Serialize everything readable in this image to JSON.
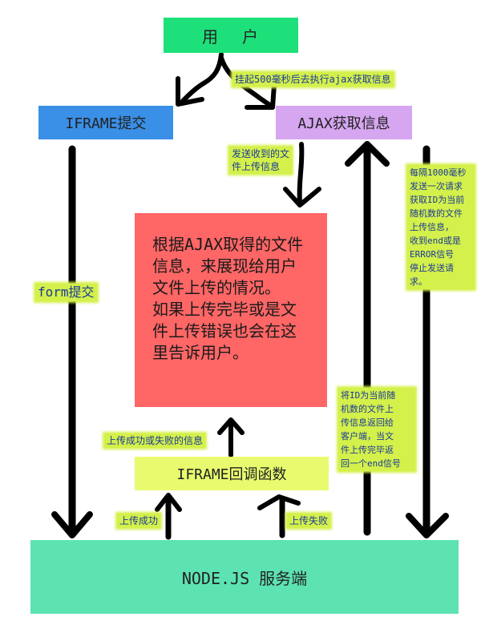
{
  "nodes": {
    "user": {
      "label": "用  户",
      "color": "#1de07a"
    },
    "iframe_submit": {
      "label": "IFRAME提交",
      "color": "#3a8fe6"
    },
    "ajax_get": {
      "label": "AJAX获取信息",
      "color": "#d6a6f0"
    },
    "display": {
      "lines": [
        "根据AJAX取得的文件信息，来展现给用户文件上传的情况。",
        "如果上传完毕或是文件上传错误也会在这里告诉用户。"
      ],
      "color": "#ff6666"
    },
    "iframe_callback": {
      "label": "IFRAME回调函数",
      "color": "#e8fb6e"
    },
    "server": {
      "label": "NODE.JS 服务端",
      "color": "#5de3b2"
    }
  },
  "annotations": {
    "delay": "挂起500毫秒后去执行ajax获取信息",
    "send_info": "发送收到的文\n件上传信息",
    "form_submit": "form提交",
    "poll": "每隔1000毫秒\n发送一次请求\n获取ID为当前\n随机数的文件\n上传信息，\n收到end或是\nERROR信号\n停止发送请\n求。",
    "return_info": "将ID为当前随\n机数的文件上\n传信息返回给\n客户端，当文\n件上传完毕返\n回一个end信号",
    "result_info": "上传成功或失败的信息",
    "success": "上传成功",
    "failure": "上传失败"
  },
  "colors": {
    "arrow": "#000000",
    "tag_bg": "#d4f04a",
    "tag_text": "#1a3a9a"
  }
}
